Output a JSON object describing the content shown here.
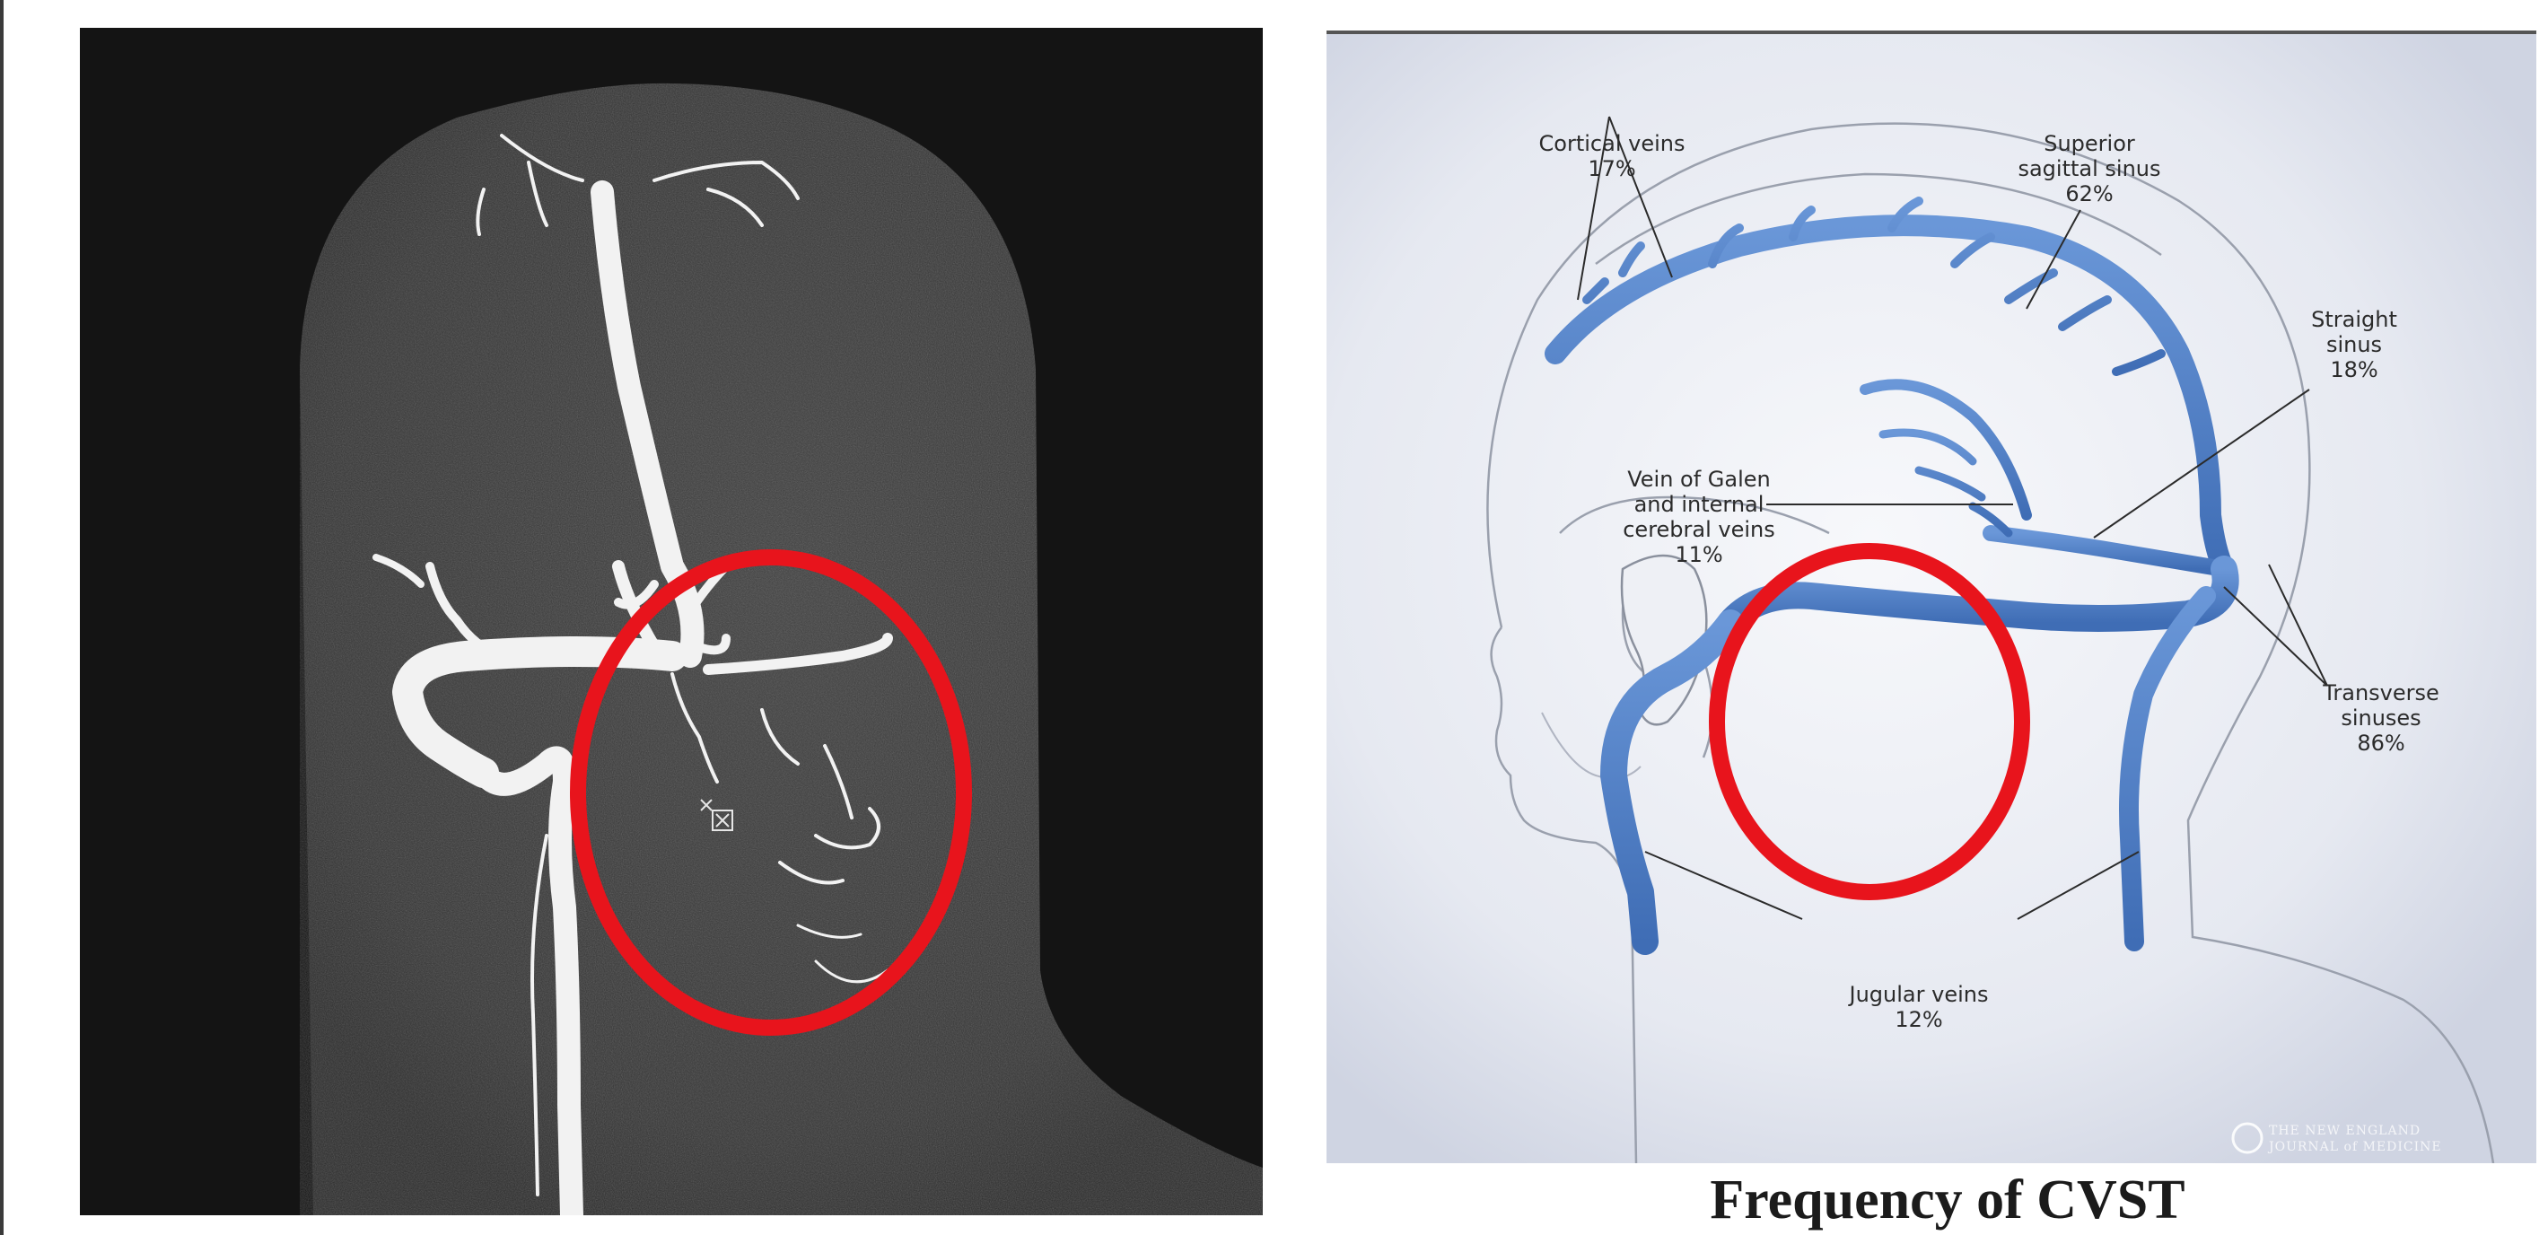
{
  "diagram": {
    "labels": {
      "cortical_veins": [
        "Cortical veins",
        "17%"
      ],
      "superior_sagittal_sinus": [
        "Superior",
        "sagittal sinus",
        "62%"
      ],
      "straight_sinus": [
        "Straight",
        "sinus",
        "18%"
      ],
      "vein_of_galen": [
        "Vein of Galen",
        "and internal",
        "cerebral veins",
        "11%"
      ],
      "transverse_sinuses": [
        "Transverse",
        "sinuses",
        "86%"
      ],
      "jugular_veins": [
        "Jugular veins",
        "12%"
      ]
    },
    "watermark": [
      "THE NEW ENGLAND",
      "JOURNAL of MEDICINE"
    ]
  },
  "caption": "Frequency of CVST",
  "colors": {
    "highlight_circle": "#e8141c",
    "vein_blue": "#4f7fc4",
    "mrv_background": "#141414"
  }
}
